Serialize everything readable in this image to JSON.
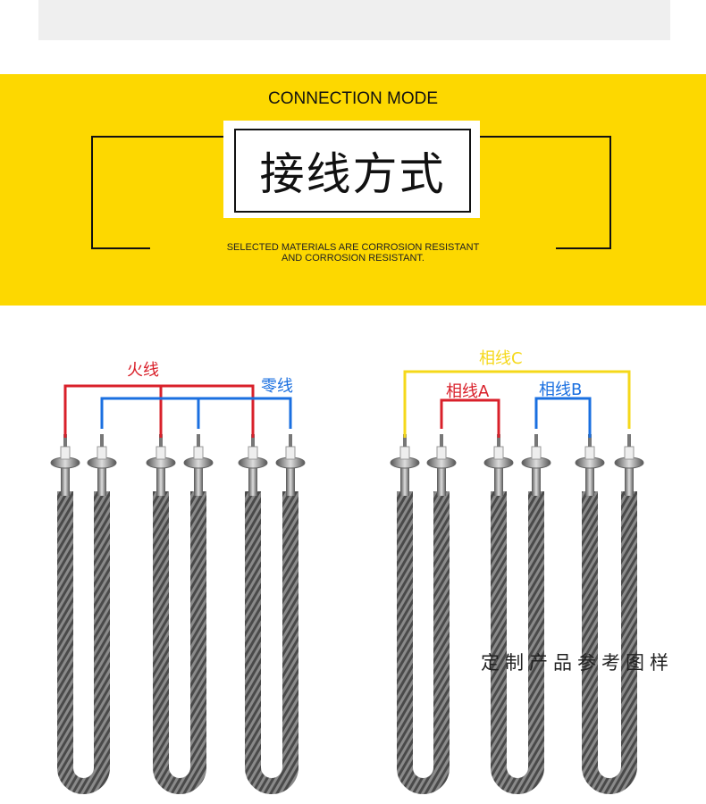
{
  "header": {
    "title_en": "CONNECTION MODE",
    "title_cn": "接线方式",
    "subtitle_line1": "SELECTED MATERIALS ARE CORROSION RESISTANT",
    "subtitle_line2": "AND CORROSION RESISTANT."
  },
  "diagram_left": {
    "live_label": "火线",
    "neutral_label": "零线"
  },
  "diagram_right": {
    "phase_c_label": "相线C",
    "phase_a_label": "相线A",
    "phase_b_label": "相线B"
  },
  "watermark": "定制产品参考图样",
  "colors": {
    "band": "#fdd800",
    "red_wire": "#d9202a",
    "blue_wire": "#1a6fe0",
    "yellow_wire": "#f5d81a"
  }
}
